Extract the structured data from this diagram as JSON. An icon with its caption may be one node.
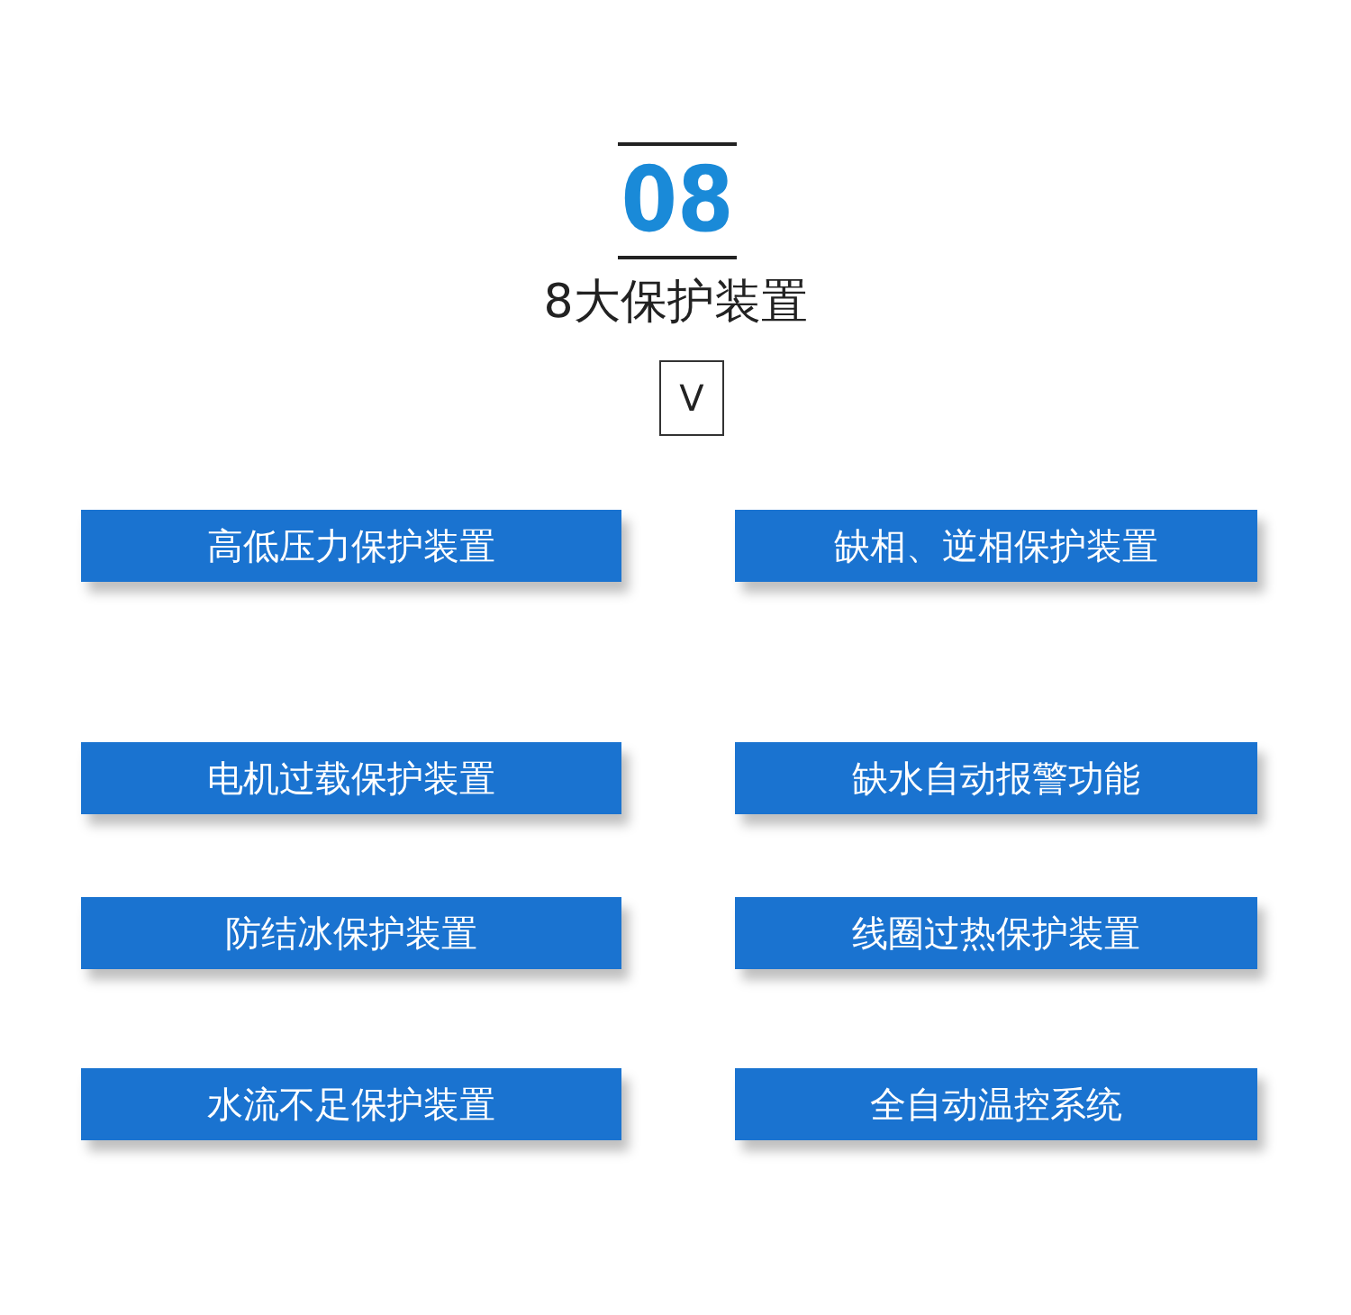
{
  "diagram": {
    "title": "8大保护装置",
    "nodes": [
      {
        "text": [
          "高低压力保护装置"
        ]
      },
      {
        "text": [
          "缺相、逆相保护装置"
        ]
      },
      {
        "text": [
          "电机过载保护装置"
        ]
      },
      {
        "text": [
          "缺水自动报警功能"
        ]
      },
      {
        "text": [
          "防结冰保护装置"
        ]
      },
      {
        "text": [
          "线圈过热保护装置"
        ]
      },
      {
        "text": [
          "水流不足保护装置"
        ]
      },
      {
        "text": [
          "全自动温控系统"
        ]
      }
    ],
    "labels": [
      "08",
      "V"
    ]
  }
}
